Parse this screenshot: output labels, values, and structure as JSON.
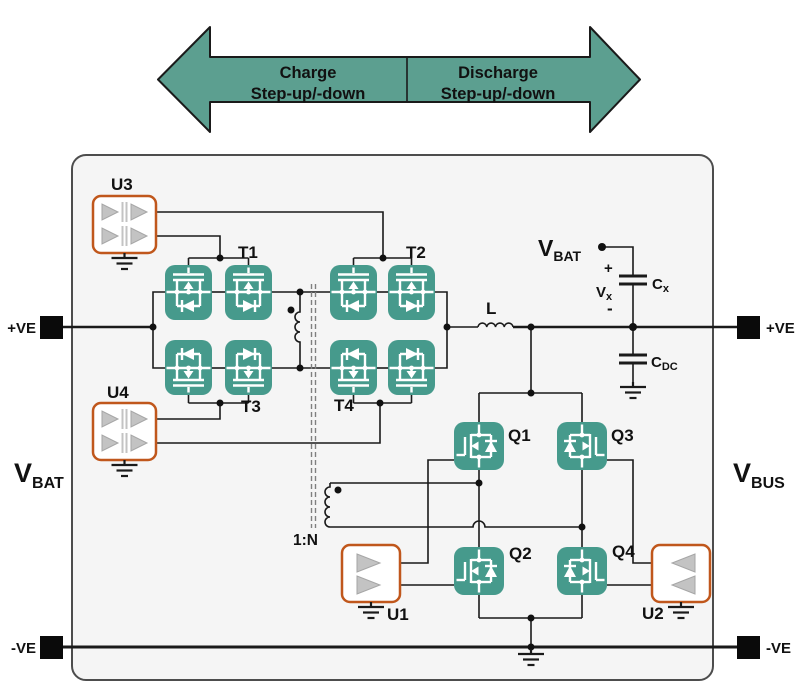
{
  "arrow": {
    "charge_line1": "Charge",
    "charge_line2": "Step-up/-down",
    "discharge_line1": "Discharge",
    "discharge_line2": "Step-up/-down"
  },
  "terminals": {
    "top_left": "+VE",
    "top_right": "+VE",
    "bottom_left": "-VE",
    "bottom_right": "-VE"
  },
  "side_labels": {
    "left": {
      "main": "V",
      "sub": "BAT"
    },
    "right": {
      "main": "V",
      "sub": "BUS"
    }
  },
  "nodes": {
    "vbat": {
      "main": "V",
      "sub": "BAT"
    },
    "vx": {
      "plus": "+",
      "main": "V",
      "sub": "x",
      "minus": "-"
    }
  },
  "components": {
    "drivers": {
      "u1": "U1",
      "u2": "U2",
      "u3": "U3",
      "u4": "U4"
    },
    "switches": {
      "t1": "T1",
      "t2": "T2",
      "t3": "T3",
      "t4": "T4",
      "q1": "Q1",
      "q2": "Q2",
      "q3": "Q3",
      "q4": "Q4"
    },
    "inductor": "L",
    "transformer_ratio": "1:N",
    "cap_x": {
      "main": "C",
      "sub": "x"
    },
    "cap_dc": {
      "main": "C",
      "sub": "DC"
    }
  },
  "colors": {
    "mosfet_teal": "#469A8C",
    "arrow_fill": "#5C9F90",
    "arrow_border": "#1A1A1A",
    "driver_border": "#C0571C",
    "driver_triangle_gray": "#C3C3C3",
    "box_fill": "#F5F5F5",
    "box_border": "#4D4D4D",
    "wire": "#1A1A1A",
    "terminal_black": "#0A0A0A",
    "core_dash_gray": "#808080"
  }
}
